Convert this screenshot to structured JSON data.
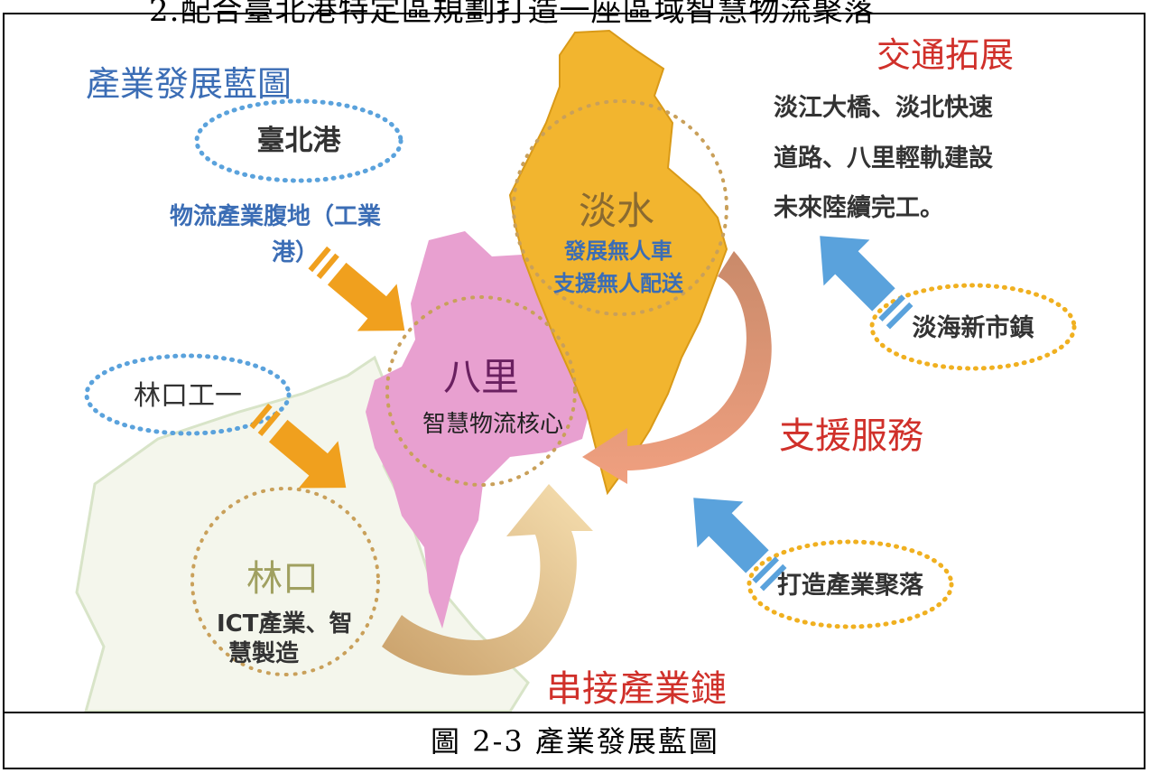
{
  "page_heading_partial": "2.配合臺北港特定區規劃打造一座區域智慧物流聚落",
  "diagram": {
    "heading": "產業發展藍圖",
    "port": "臺北港",
    "port_note_line1": "物流產業腹地（工業",
    "port_note_line2": "港）",
    "linkou_zone": "林口工一",
    "tamsui": {
      "name": "淡水",
      "desc_line1": "發展無人車",
      "desc_line2": "支援無人配送"
    },
    "bali": {
      "name": "八里",
      "desc": "智慧物流核心"
    },
    "linkou": {
      "name": "林口",
      "desc_line1": "ICT產業、智",
      "desc_line2": "慧製造"
    },
    "transport": {
      "title": "交通拓展",
      "line1": "淡江大橋、淡北快速",
      "line2": "道路、八里輕軌建設",
      "line3": "未來陸續完工。"
    },
    "new_town": "淡海新市鎮",
    "support": "支援服務",
    "cluster": "打造產業聚落",
    "chain": "串接產業鏈",
    "colors": {
      "blue_text": "#3b6db5",
      "red_text": "#d0302a",
      "tamsui_fill": "#f2b52f",
      "bali_fill": "#e8a0d0",
      "orange_arrow": "#f0a01e",
      "blue_arrow": "#5aa2dc"
    }
  },
  "caption": "圖 2-3 產業發展藍圖"
}
